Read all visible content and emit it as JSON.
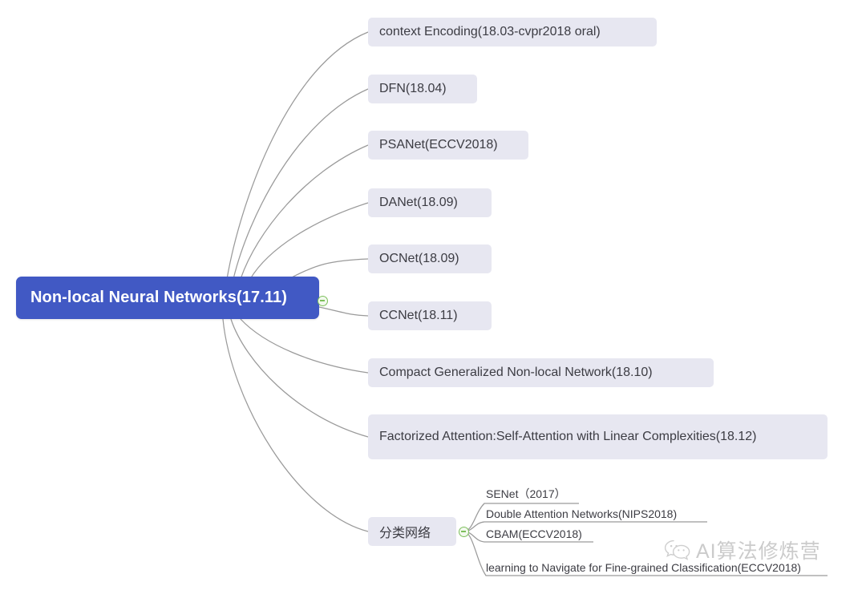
{
  "document": {
    "type": "mind-map",
    "background_color": "#ffffff"
  },
  "colors": {
    "root_fill": "#4159c4",
    "root_text": "#ffffff",
    "branch_fill": "#e7e7f1",
    "branch_text": "#3c3c43",
    "link_stroke": "#9a9a9a",
    "toggle_stroke": "#7dbf5c",
    "watermark_color": "#c2c2c2"
  },
  "root": {
    "label": "Non-local Neural Networks(17.11)",
    "toggle_icon": "collapse-minus-icon",
    "toggle_state": "expanded"
  },
  "branches": [
    {
      "label": "context Encoding(18.03-cvpr2018 oral)"
    },
    {
      "label": "DFN(18.04)"
    },
    {
      "label": "PSANet(ECCV2018)"
    },
    {
      "label": "DANet(18.09)"
    },
    {
      "label": "OCNet(18.09)"
    },
    {
      "label": "CCNet(18.11)"
    },
    {
      "label": "Compact Generalized Non-local Network(18.10)"
    },
    {
      "label": "Factorized Attention:Self-Attention with Linear Complexities(18.12)"
    },
    {
      "label": "分类网络"
    }
  ],
  "classification_group": {
    "parent_label": "分类网络",
    "toggle_icon": "collapse-minus-icon",
    "toggle_state": "expanded",
    "children": [
      {
        "label": "SENet（2017）"
      },
      {
        "label": "Double Attention Networks(NIPS2018)"
      },
      {
        "label": "CBAM(ECCV2018)"
      },
      {
        "label": "learning to Navigate for Fine-grained Classification(ECCV2018)"
      }
    ]
  },
  "watermark": {
    "icon": "wechat-logo-icon",
    "text": "AI算法修炼营"
  }
}
